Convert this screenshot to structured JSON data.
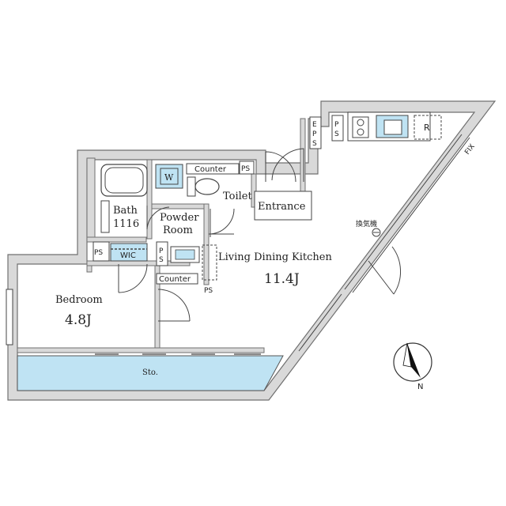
{
  "rooms": {
    "bath": "Bath",
    "bath_size": "1116",
    "powder_room_line1": "Powder",
    "powder_room_line2": "Room",
    "toilet": "Toilet",
    "entrance": "Entrance",
    "ldk": "Living Dining Kitchen",
    "ldk_size": "11.4J",
    "bedroom": "Bedroom",
    "bedroom_size": "4.8J",
    "storage": "Sto.",
    "wic": "WIC"
  },
  "fixtures": {
    "washer": "W",
    "counter_top": "Counter",
    "counter_bottom": "Counter",
    "fridge": "R",
    "eps_letters": [
      "E",
      "P",
      "S"
    ],
    "ps_kitchen_letters": [
      "P",
      "S"
    ],
    "ps_toilet": "PS",
    "ps_wic": "PS",
    "ps_powder_letters": [
      "P",
      "S"
    ],
    "ps_counter": "PS",
    "fix_window": "FIX",
    "ventilation_jp": "換気機"
  },
  "compass": {
    "north": "N"
  },
  "colors": {
    "wall": "#707070",
    "wall_fill": "#d9d9d9",
    "water_fill": "#bfe3f3",
    "line": "#333333"
  }
}
